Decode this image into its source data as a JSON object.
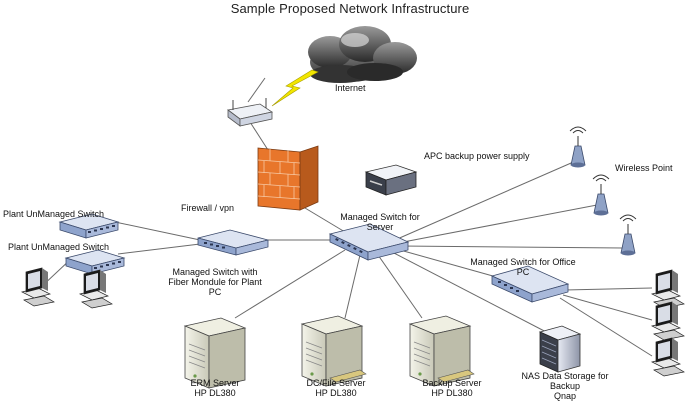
{
  "title": "Sample Proposed Network Infrastructure",
  "labels": {
    "internet": "Internet",
    "apc": "APC backup power supply",
    "wireless": "Wireless Point",
    "firewall": "Firewall / vpn",
    "managed_server_1": "Managed Switch for",
    "managed_server_2": "Server",
    "plant_unmanaged_1": "Plant UnManaged Switch",
    "plant_unmanaged_2": "Plant UnManaged Switch",
    "managed_plant_1": "Managed Switch with",
    "managed_plant_2": "Fiber Mondule for Plant",
    "managed_plant_3": "PC",
    "managed_office_1": "Managed Switch for Office",
    "managed_office_2": "PC",
    "erm_1": "ERM Server",
    "erm_2": "HP DL380",
    "dc_1": "DC/File Server",
    "dc_2": "HP DL380",
    "backup_1": "Backup Server",
    "backup_2": "HP DL380",
    "nas_1": "NAS Data Storage for",
    "nas_2": "Backup",
    "nas_3": "Qnap"
  },
  "icons": {
    "cloud": "cloud-icon",
    "router": "router-icon",
    "firewall": "firewall-icon",
    "switch": "switch-icon",
    "server": "server-icon",
    "pc": "pc-icon",
    "access_point": "wireless-access-point-icon",
    "ups": "ups-icon",
    "nas": "nas-icon"
  },
  "colors": {
    "link": "#6b6b6b",
    "firewall_brick": "#e8762b",
    "lightning": "#f2e600",
    "switch_blue": "#7f98c4"
  }
}
